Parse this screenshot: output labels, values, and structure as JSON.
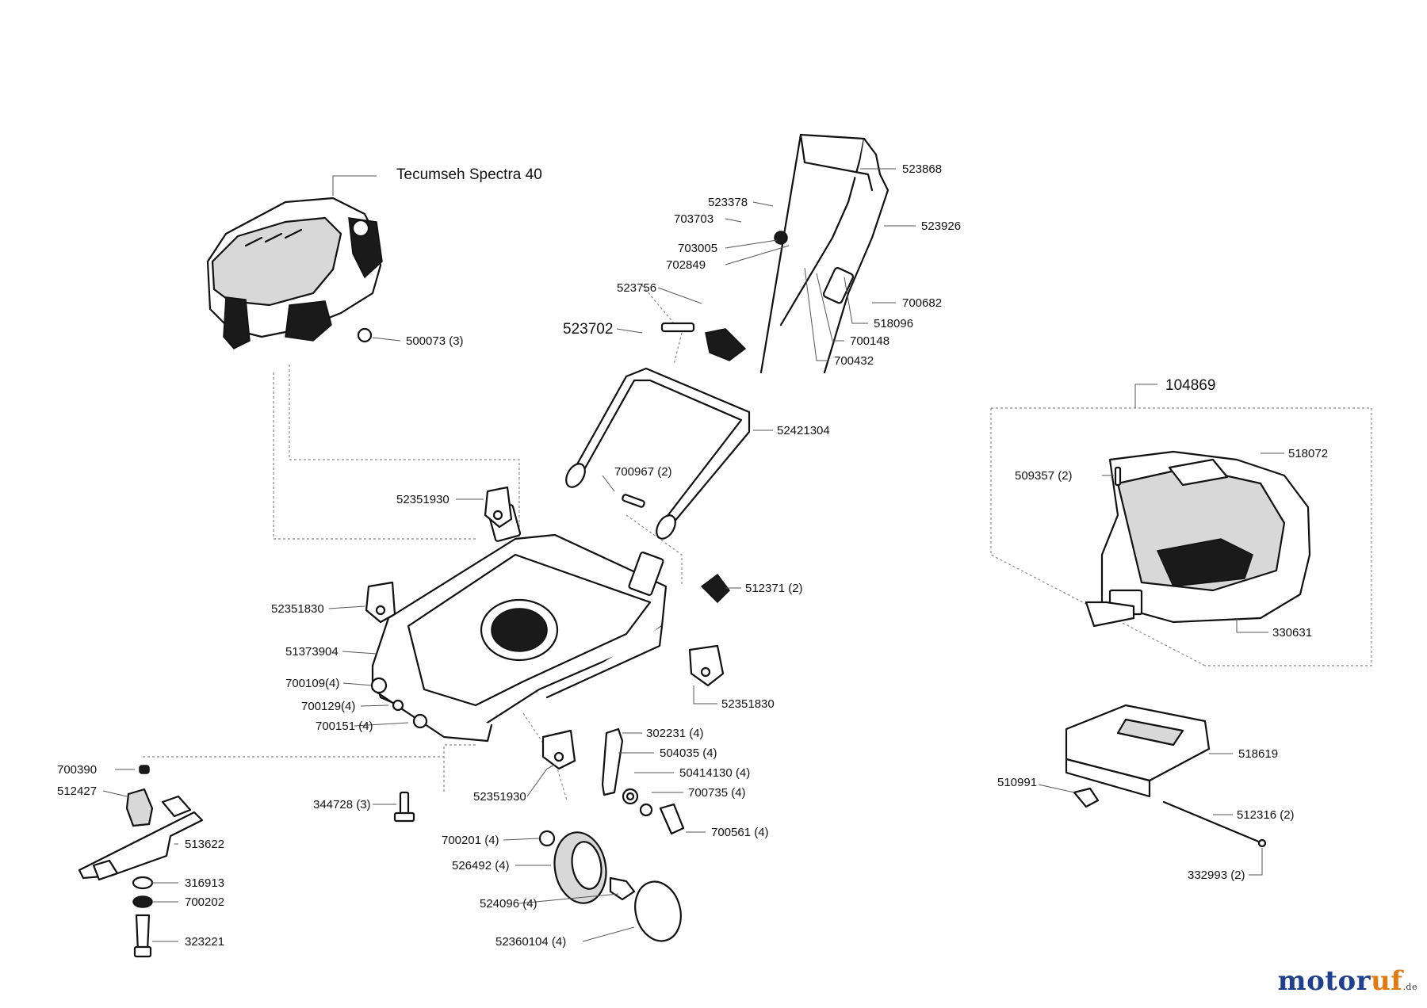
{
  "engine": {
    "label": "Tecumseh Spectra 40"
  },
  "grasscatcher": {
    "kit_number": "104869"
  },
  "handle_kit": {
    "number": "523702"
  },
  "callouts": {
    "p500073": "500073 (3)",
    "p523868": "523868",
    "p523378": "523378",
    "p703703": "703703",
    "p523926": "523926",
    "p703005": "703005",
    "p702849": "702849",
    "p700682": "700682",
    "p523756": "523756",
    "p518096": "518096",
    "p700148": "700148",
    "p700432": "700432",
    "p52421304": "52421304",
    "p700967": "700967 (2)",
    "p52351930a": "52351930",
    "p512371": "512371 (2)",
    "p52351830a": "52351830",
    "p51373904": "51373904",
    "p700109": "700109(4)",
    "p700129": "700129(4)",
    "p700151": "700151 (4)",
    "p52351830b": "52351830",
    "p302231": "302231 (4)",
    "p504035": "504035 (4)",
    "p50414130": "50414130 (4)",
    "p700735": "700735 (4)",
    "p52351930b": "52351930",
    "p700390": "700390",
    "p512427": "512427",
    "p344728": "344728 (3)",
    "p513622": "513622",
    "p700201": "700201 (4)",
    "p700561": "700561 (4)",
    "p526492": "526492 (4)",
    "p316913": "316913",
    "p700202": "700202",
    "p524096": "524096 (4)",
    "p323221": "323221",
    "p52360104": "52360104  (4)",
    "p509357": "509357 (2)",
    "p518072": "518072",
    "p330631": "330631",
    "p518619": "518619",
    "p510991": "510991",
    "p512316": "512316 (2)",
    "p332993": "332993 (2)"
  },
  "watermark": {
    "text": "motoruf",
    "suffix": ".de"
  },
  "colors": {
    "brand_blue": "#1f3f8f",
    "brand_orange": "#e07a12"
  }
}
